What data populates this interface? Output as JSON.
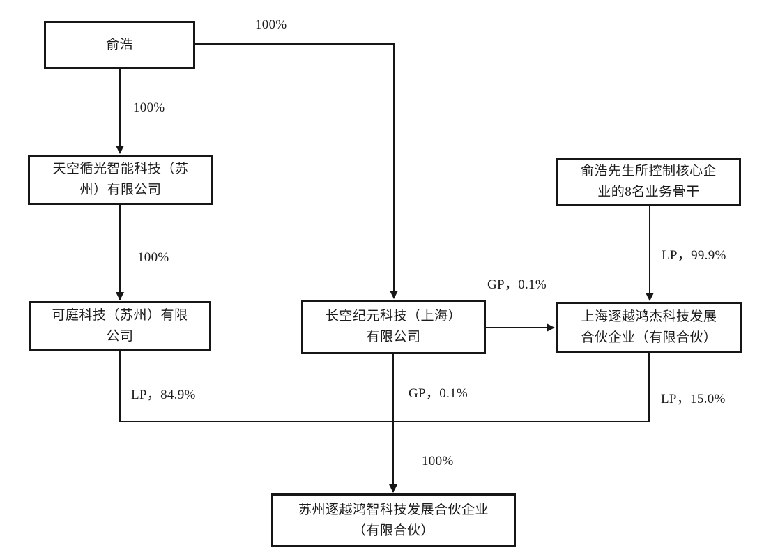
{
  "diagram": {
    "nodes": {
      "yuhao": {
        "label": [
          "俞浩"
        ]
      },
      "tiankong": {
        "label": [
          "天空循光智能科技（苏",
          "州）有限公司"
        ]
      },
      "keting": {
        "label": [
          "可庭科技（苏州）有限",
          "公司"
        ]
      },
      "changkong": {
        "label": [
          "长空纪元科技（上海）",
          "有限公司"
        ]
      },
      "backbone": {
        "label": [
          "俞浩先生所控制核心企",
          "业的8名业务骨干"
        ]
      },
      "shanghai_partnership": {
        "label": [
          "上海逐越鸿杰科技发展",
          "合伙企业（有限合伙）"
        ]
      },
      "suzhou_partnership": {
        "label": [
          "苏州逐越鸿智科技发展合伙企业",
          "（有限合伙）"
        ]
      }
    },
    "edges": {
      "yuhao_to_changkong": "100%",
      "yuhao_to_tiankong": "100%",
      "tiankong_to_keting": "100%",
      "backbone_to_shanghai": "LP，99.9%",
      "changkong_to_shanghai": "GP，0.1%",
      "keting_to_suzhou": "LP，84.9%",
      "changkong_to_suzhou": "GP，0.1%",
      "shanghai_to_suzhou": "LP，15.0%",
      "combined_to_suzhou": "100%"
    },
    "colors": {
      "line": "#161616",
      "background": "#ffffff",
      "text": "#1b1b1b"
    }
  }
}
